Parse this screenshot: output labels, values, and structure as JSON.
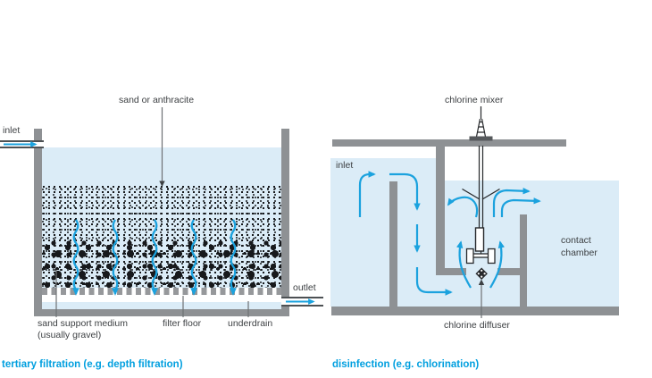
{
  "filtration": {
    "caption": "tertiary filtration (e.g. depth filtration)",
    "labels": {
      "media": "sand or anthracite",
      "inlet": "inlet",
      "outlet": "outlet",
      "support_line1": "sand support medium",
      "support_line2": "(usually gravel)",
      "filter_floor": "filter floor",
      "underdrain": "underdrain"
    }
  },
  "disinfection": {
    "caption": "disinfection (e.g. chlorination)",
    "labels": {
      "mixer": "chlorine mixer",
      "inlet": "inlet",
      "contact_chamber": "contact chamber",
      "diffuser": "chlorine diffuser"
    }
  },
  "colors": {
    "water": "#dbecf7",
    "structure_gray": "#8e9194",
    "flow_blue": "#1ba2de",
    "caption_blue": "#009fdf",
    "text_ink": "#3d4043"
  }
}
